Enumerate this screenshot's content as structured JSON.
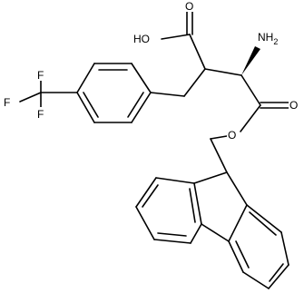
{
  "molecule": {
    "labels": {
      "hydroxyl": "HO",
      "carbonyl_o_acid": "O",
      "amino": "NH",
      "amino_subscript": "2",
      "carbonyl_o_ester": "O",
      "ester_o": "O",
      "fluorine_top": "F",
      "fluorine_left": "F",
      "fluorine_bottom": "F"
    }
  }
}
